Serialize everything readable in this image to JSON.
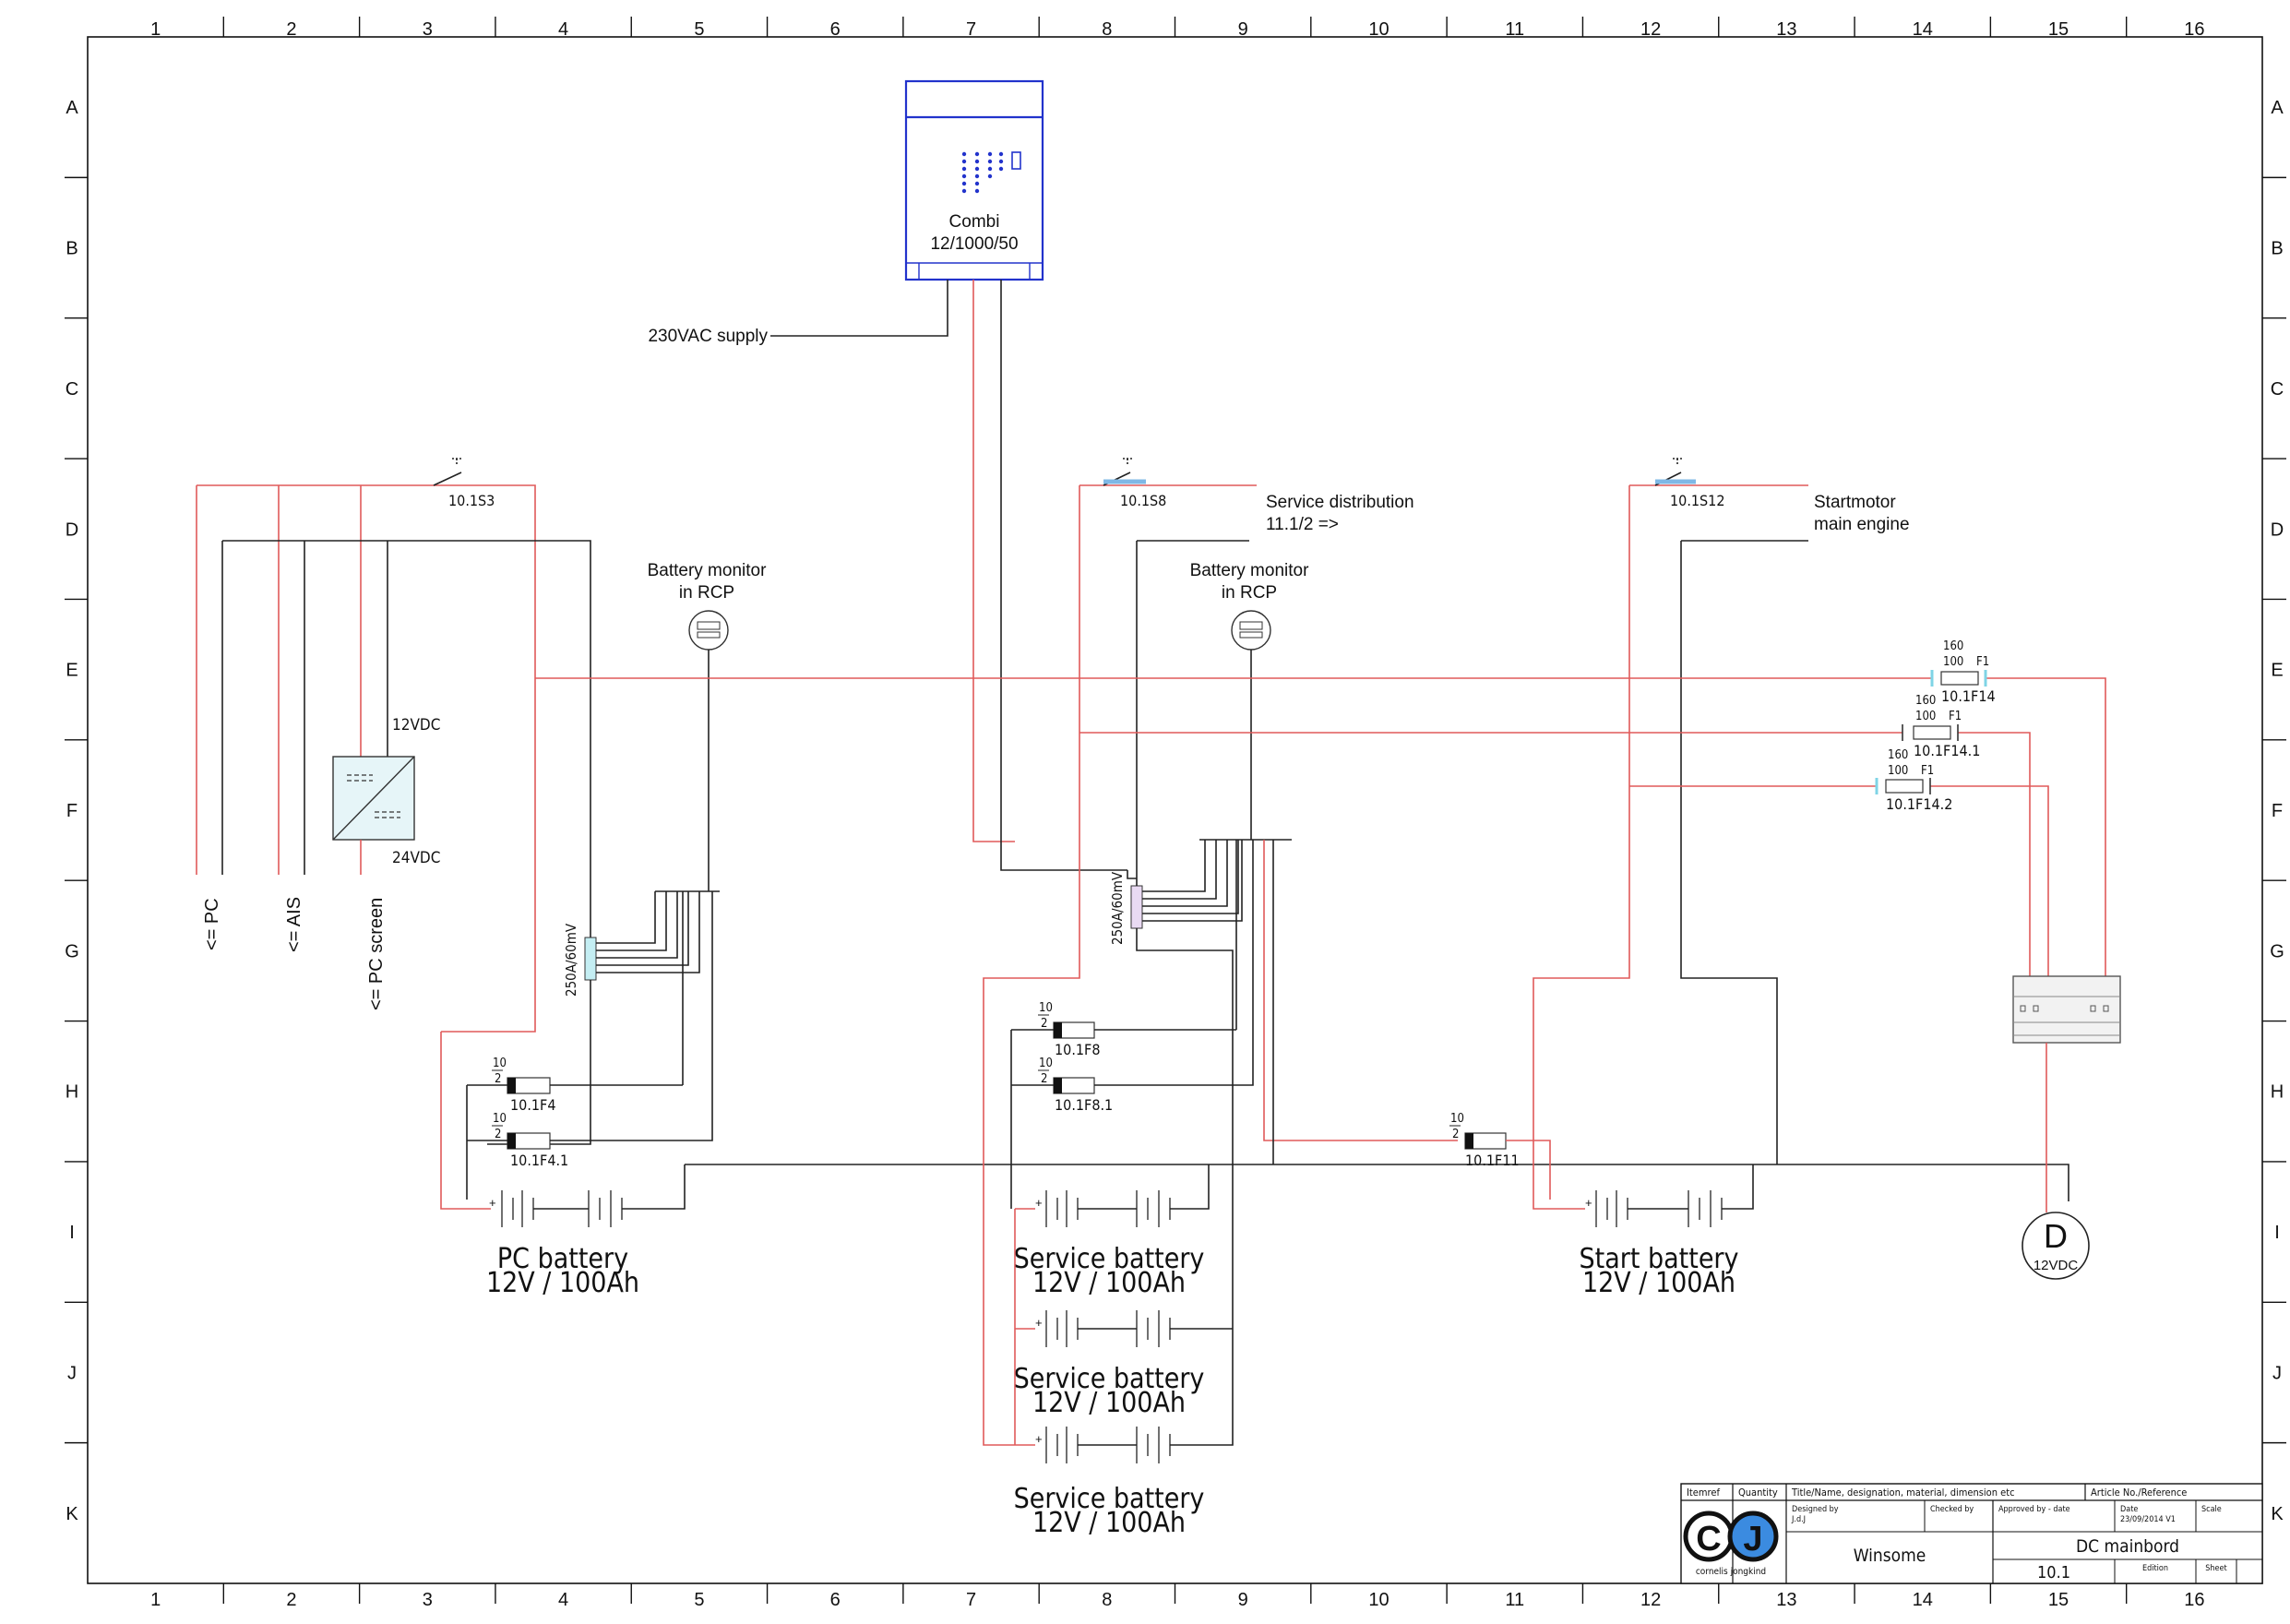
{
  "frame": {
    "columns": [
      "1",
      "2",
      "3",
      "4",
      "5",
      "6",
      "7",
      "8",
      "9",
      "10",
      "11",
      "12",
      "13",
      "14",
      "15",
      "16"
    ],
    "rows": [
      "A",
      "B",
      "C",
      "D",
      "E",
      "F",
      "G",
      "H",
      "I",
      "J",
      "K"
    ]
  },
  "inverter": {
    "label_line1": "Combi",
    "label_line2": "12/1000/50",
    "color": "#2233cc"
  },
  "supply_label": "230VAC supply",
  "switches": {
    "s3": "10.1S3",
    "s8": "10.1S8",
    "s12": "10.1S12"
  },
  "service_distribution": {
    "line1": "Service distribution",
    "line2": "11.1/2 =>"
  },
  "startmotor": {
    "line1": "Startmotor",
    "line2": "main engine"
  },
  "battery_monitor_left": {
    "line1": "Battery monitor",
    "line2": "in RCP"
  },
  "battery_monitor_right": {
    "line1": "Battery monitor",
    "line2": "in RCP"
  },
  "converter": {
    "in": "12VDC",
    "out": "24VDC"
  },
  "outputs": {
    "pc": "<= PC",
    "ais": "<= AIS",
    "pc_screen": "<= PC screen"
  },
  "shunt_left": "250A/60mV",
  "shunt_right": "250A/60mV",
  "fuses": {
    "f4": {
      "top": "10",
      "bottom": "2",
      "id": "10.1F4"
    },
    "f41": {
      "top": "10",
      "bottom": "2",
      "id": "10.1F4.1"
    },
    "f8": {
      "top": "10",
      "bottom": "2",
      "id": "10.1F8"
    },
    "f81": {
      "top": "10",
      "bottom": "2",
      "id": "10.1F8.1"
    },
    "f11": {
      "top": "10",
      "bottom": "2",
      "id": "10.1F11"
    },
    "f14": {
      "top": "160",
      "bottom": "100",
      "tag": "F1",
      "id": "10.1F14"
    },
    "f141": {
      "top": "160",
      "bottom": "100",
      "tag": "F1",
      "id": "10.1F14.1"
    },
    "f142": {
      "top": "160",
      "bottom": "100",
      "tag": "F1",
      "id": "10.1F14.2"
    }
  },
  "batteries": {
    "pc": {
      "line1": "PC battery",
      "line2": "12V / 100Ah"
    },
    "service1": {
      "line1": "Service battery",
      "line2": "12V / 100Ah"
    },
    "service2": {
      "line1": "Service battery",
      "line2": "12V / 100Ah"
    },
    "service3": {
      "line1": "Service battery",
      "line2": "12V / 100Ah"
    },
    "start": {
      "line1": "Start battery",
      "line2": "12V / 100Ah"
    }
  },
  "battery_plus": "+",
  "generator": {
    "letter": "D",
    "label": "12VDC"
  },
  "title_block": {
    "itemref": "Itemref",
    "quantity": "Quantity",
    "title_header": "Title/Name, designation, material, dimension etc",
    "article_header": "Article No./Reference",
    "designed_by_label": "Designed by",
    "designed_by": "J.d.J",
    "checked_by_label": "Checked by",
    "approved_label": "Approved by - date",
    "date_label": "Date",
    "date": "23/09/2014 V1",
    "scale_label": "Scale",
    "project": "Winsome",
    "drawing_title": "DC mainbord",
    "drawing_no": "10.1",
    "edition_label": "Edition",
    "sheet_label": "Sheet",
    "logo_letters": "CJ",
    "company": "cornelis jongkind"
  },
  "colors": {
    "wire_red": "#e05a5a",
    "wire_black": "#222222",
    "device_blue": "#2233cc",
    "fuse_cyan": "#7fd4e6",
    "shunt_violet": "#d2b4e6"
  }
}
